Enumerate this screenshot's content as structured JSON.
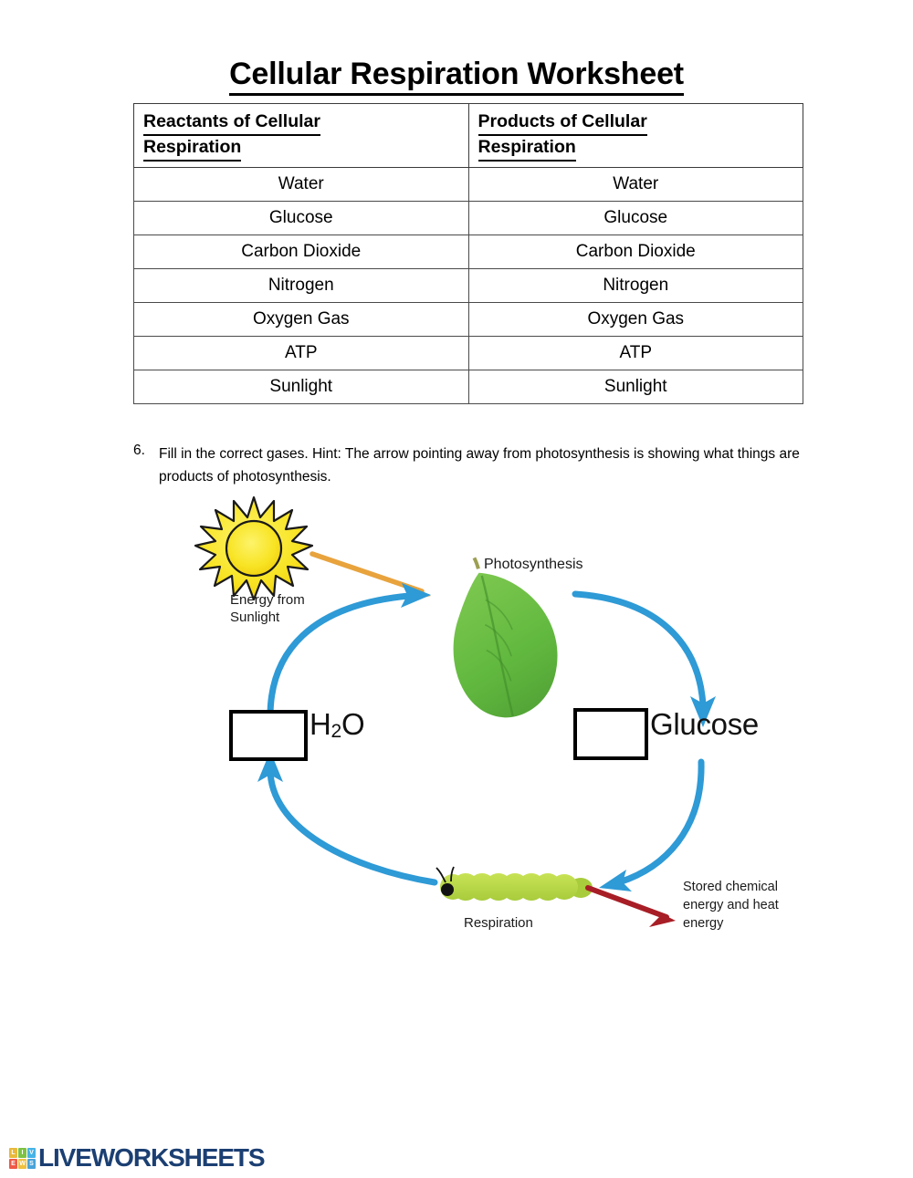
{
  "document": {
    "title": "Cellular Respiration Worksheet"
  },
  "table": {
    "headers": [
      {
        "line1": "Reactants of Cellular",
        "line2": "Respiration"
      },
      {
        "line1": "Products of Cellular",
        "line2": "Respiration"
      }
    ],
    "rows": [
      {
        "reactant": "Water",
        "product": "Water"
      },
      {
        "reactant": "Glucose",
        "product": "Glucose"
      },
      {
        "reactant": "Carbon Dioxide",
        "product": "Carbon Dioxide"
      },
      {
        "reactant": "Nitrogen",
        "product": "Nitrogen"
      },
      {
        "reactant": "Oxygen Gas",
        "product": "Oxygen Gas"
      },
      {
        "reactant": "ATP",
        "product": "ATP"
      },
      {
        "reactant": "Sunlight",
        "product": "Sunlight"
      }
    ]
  },
  "question": {
    "number": "6.",
    "text": "Fill in the correct gases.  Hint: The arrow pointing away from photosynthesis is showing what things are products of photosynthesis."
  },
  "diagram": {
    "labels": {
      "energy_from_sunlight_line1": "Energy from",
      "energy_from_sunlight_line2": "Sunlight",
      "photosynthesis": "Photosynthesis",
      "respiration": "Respiration",
      "stored_line1": "Stored chemical",
      "stored_line2": "energy and heat",
      "stored_line3": "energy"
    },
    "chem_labels": {
      "water_formula_main": "H",
      "water_formula_sub": "2",
      "water_formula_tail": "O",
      "glucose": "Glucose"
    },
    "answer_boxes": {
      "left_value": "",
      "right_value": ""
    },
    "colors": {
      "cycle_arrow": "#2e9ad6",
      "sunlight_arrow": "#e8a33d",
      "heat_arrow": "#a81e26",
      "leaf_green": "#6cbe45",
      "sun_yellow": "#f7e325",
      "caterpillar_green": "#b7d94c"
    }
  },
  "footer": {
    "logo_tiles": [
      "L",
      "I",
      "V",
      "E",
      "W",
      "S"
    ],
    "logo_text": "LIVEWORKSHEETS",
    "logo_tile_colors": [
      "#e8b93c",
      "#7ec242",
      "#46b3e6",
      "#ef5a46",
      "#f0c040",
      "#4aa3d9"
    ],
    "logo_word_color": "#1b3f72"
  }
}
